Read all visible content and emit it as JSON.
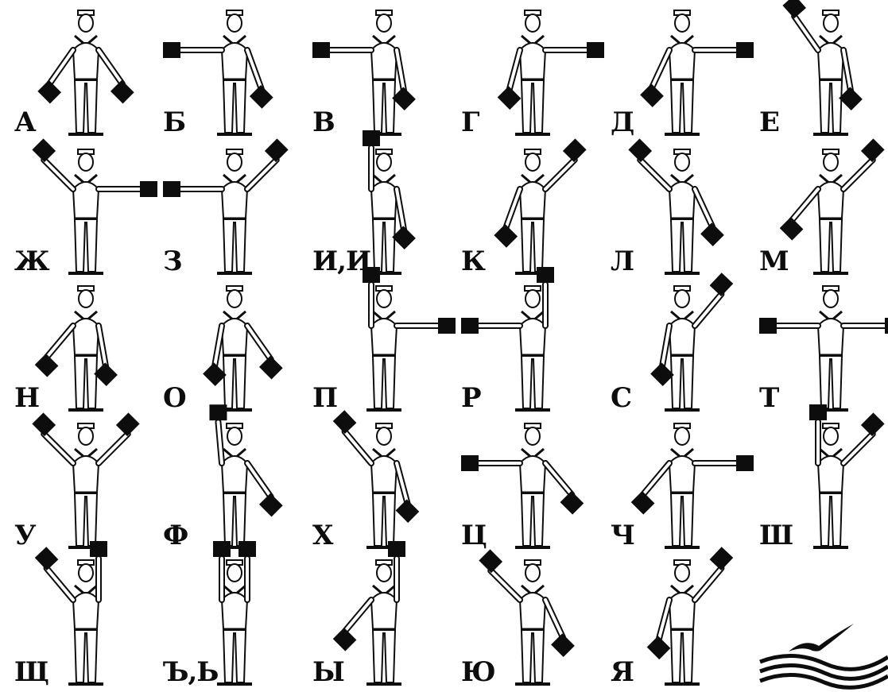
{
  "signals": [
    {
      "letter": "А",
      "left": [
        -35,
        "down"
      ],
      "right": [
        35,
        "down"
      ]
    },
    {
      "letter": "Б",
      "left": [
        90,
        "side"
      ],
      "right": [
        20,
        "down"
      ]
    },
    {
      "letter": "В",
      "left": [
        90,
        "side"
      ],
      "right": [
        10,
        "down"
      ]
    },
    {
      "letter": "Г",
      "left": [
        15,
        "down"
      ],
      "right": [
        -90,
        "side"
      ]
    },
    {
      "letter": "Д",
      "left": [
        25,
        "down"
      ],
      "right": [
        -90,
        "side"
      ]
    },
    {
      "letter": "Е",
      "left": [
        -145,
        "up"
      ],
      "right": [
        10,
        "down"
      ]
    },
    {
      "letter": "Ж",
      "left": [
        135,
        "up"
      ],
      "right": [
        -90,
        "side"
      ]
    },
    {
      "letter": "З",
      "left": [
        90,
        "side"
      ],
      "right": [
        -135,
        "up"
      ]
    },
    {
      "letter": "И,И",
      "left": [
        180,
        "up"
      ],
      "right": [
        10,
        "down"
      ]
    },
    {
      "letter": "К",
      "left": [
        20,
        "down"
      ],
      "right": [
        -135,
        "up"
      ]
    },
    {
      "letter": "Л",
      "left": [
        135,
        "up"
      ],
      "right": [
        -25,
        "down"
      ]
    },
    {
      "letter": "М",
      "left": [
        40,
        "down"
      ],
      "right": [
        -135,
        "up"
      ]
    },
    {
      "letter": "Н",
      "left": [
        40,
        "down"
      ],
      "right": [
        10,
        "down"
      ]
    },
    {
      "letter": "О",
      "left": [
        10,
        "down"
      ],
      "right": [
        -35,
        "down"
      ]
    },
    {
      "letter": "П",
      "left": [
        180,
        "up"
      ],
      "right": [
        -90,
        "side"
      ]
    },
    {
      "letter": "Р",
      "left": [
        90,
        "side"
      ],
      "right": [
        -180,
        "up"
      ]
    },
    {
      "letter": "С",
      "left": [
        10,
        "down"
      ],
      "right": [
        -140,
        "up"
      ]
    },
    {
      "letter": "Т",
      "left": [
        90,
        "side"
      ],
      "right": [
        -90,
        "side"
      ]
    },
    {
      "letter": "У",
      "left": [
        135,
        "up"
      ],
      "right": [
        -135,
        "up"
      ]
    },
    {
      "letter": "Ф",
      "left": [
        175,
        "up"
      ],
      "right": [
        -35,
        "down"
      ]
    },
    {
      "letter": "Х",
      "left": [
        140,
        "up"
      ],
      "right": [
        15,
        "down"
      ]
    },
    {
      "letter": "Ц",
      "left": [
        90,
        "side"
      ],
      "right": [
        -40,
        "down"
      ]
    },
    {
      "letter": "Ч",
      "left": [
        40,
        "down"
      ],
      "right": [
        -90,
        "side"
      ]
    },
    {
      "letter": "Ш",
      "left": [
        180,
        "up"
      ],
      "right": [
        -135,
        "up"
      ]
    },
    {
      "letter": "Щ",
      "left": [
        140,
        "up"
      ],
      "right": [
        -180,
        "up"
      ]
    },
    {
      "letter": "Ъ,Ь",
      "left": [
        180,
        "up"
      ],
      "right": [
        -180,
        "up"
      ]
    },
    {
      "letter": "Ы",
      "left": [
        40,
        "down"
      ],
      "right": [
        -180,
        "up"
      ]
    },
    {
      "letter": "Ю",
      "left": [
        135,
        "up"
      ],
      "right": [
        25,
        "down"
      ]
    },
    {
      "letter": "Я",
      "left": [
        15,
        "down"
      ],
      "right": [
        -140,
        "up"
      ]
    }
  ],
  "colors": {
    "ink": "#0d0d0d",
    "paper": "#ffffff"
  },
  "emblem_icon": "seagull-over-waves-icon"
}
